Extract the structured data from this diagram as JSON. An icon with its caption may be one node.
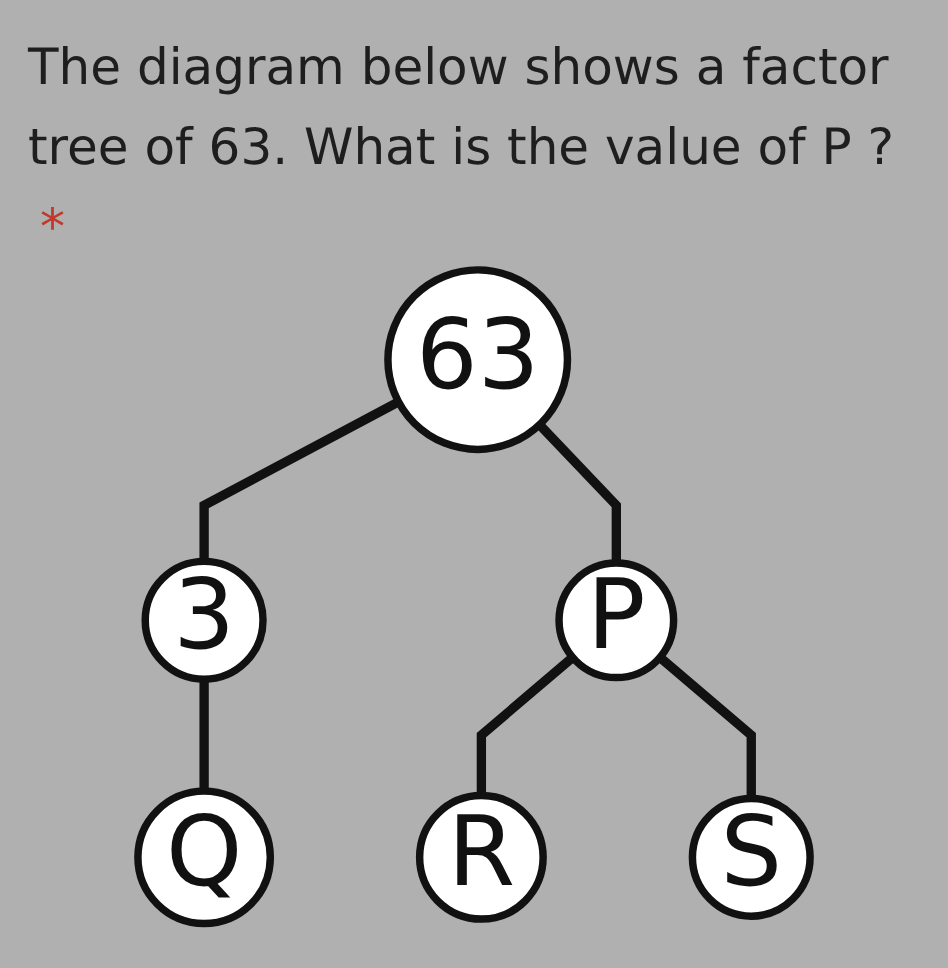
{
  "diagram": {
    "title": "The diagram below shows a factor tree of 63. What is the value of P ?",
    "nodes": [
      {
        "text": [
          "63"
        ]
      },
      {
        "text": [
          "3"
        ]
      },
      {
        "text": [
          "P"
        ]
      },
      {
        "text": [
          "Q"
        ]
      },
      {
        "text": [
          "R"
        ]
      },
      {
        "text": [
          "S"
        ]
      }
    ],
    "edges": [
      {
        "from": 0,
        "to": 1,
        "arrow": "none"
      },
      {
        "from": 0,
        "to": 2,
        "arrow": "none"
      },
      {
        "from": 1,
        "to": 3,
        "arrow": "none"
      },
      {
        "from": 2,
        "to": 4,
        "arrow": "none"
      },
      {
        "from": 2,
        "to": 5,
        "arrow": "none"
      }
    ],
    "labels": [
      "*"
    ]
  }
}
